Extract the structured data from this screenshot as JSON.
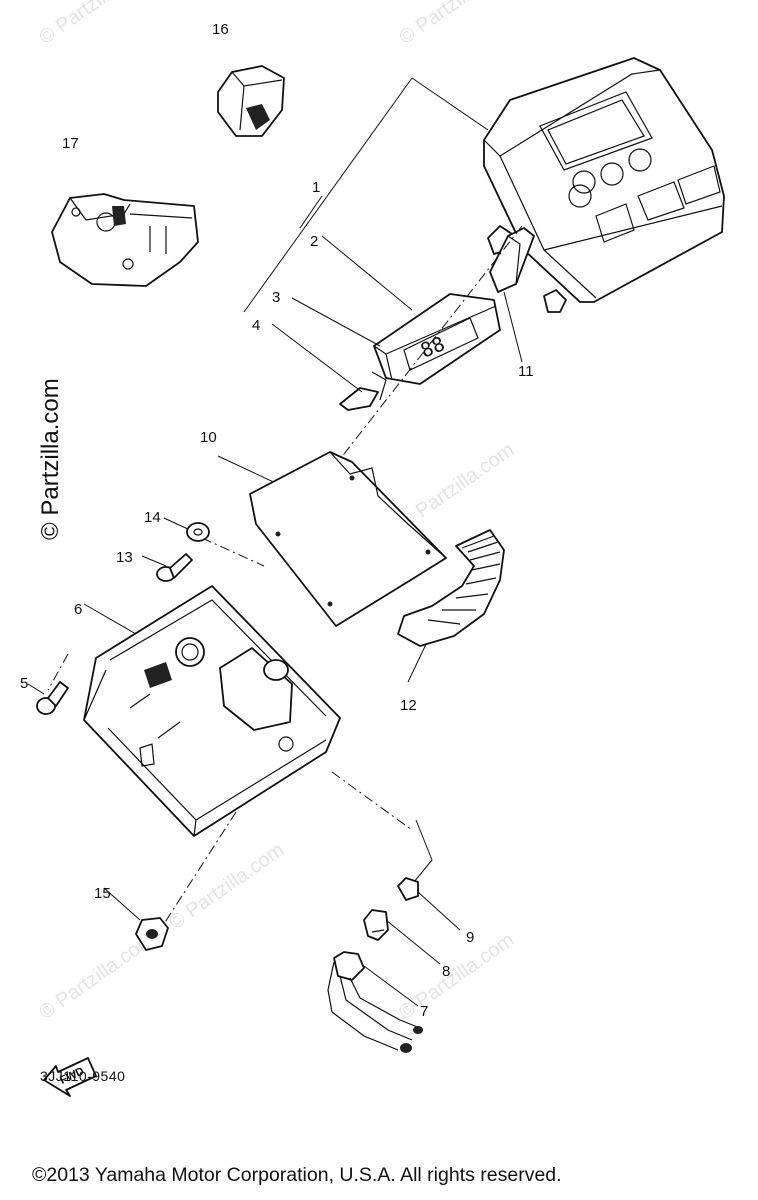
{
  "watermark": {
    "text": "© Partzilla.com",
    "text_short": "© Partzilla.com"
  },
  "callouts": {
    "c1": "1",
    "c2": "2",
    "c3": "3",
    "c4": "4",
    "c5": "5",
    "c6": "6",
    "c7": "7",
    "c8": "8",
    "c9": "9",
    "c10": "10",
    "c11": "11",
    "c12": "12",
    "c13": "13",
    "c14": "14",
    "c15": "15",
    "c16": "16",
    "c17": "17"
  },
  "fwd_label": "FWD",
  "code": "3JJ110-9540",
  "copyright": "©2013 Yamaha Motor Corporation, U.S.A. All rights reserved."
}
